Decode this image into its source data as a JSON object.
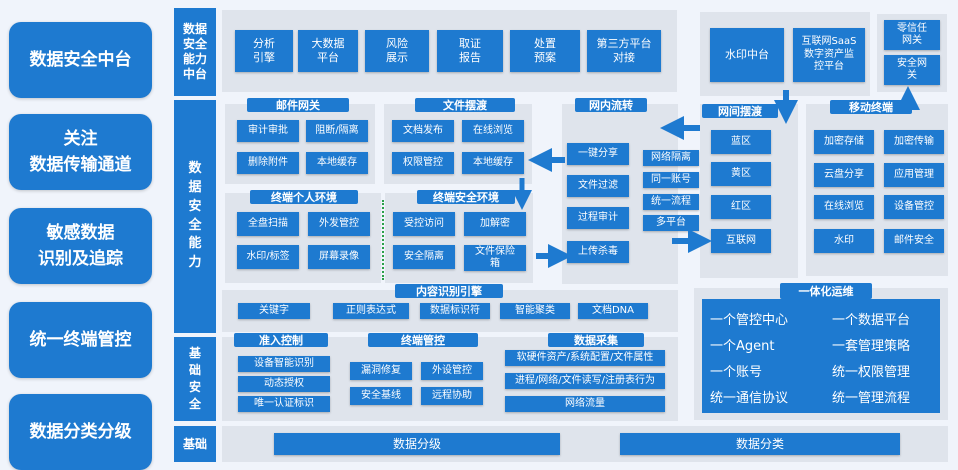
{
  "left_column": [
    "数据安全中台",
    "关注\n数据传输通道",
    "敏感数据\n识别及追踪",
    "统一终端管控",
    "数据分类分级"
  ],
  "row_headers": {
    "middle_platform": "数据\n安全\n能力\n中台",
    "capability": "数\n据\n安\n全\n能\n力",
    "basic_security": "基\n础\n安\n全",
    "basic": "基础"
  },
  "top_bar": [
    "分析\n引擎",
    "大数据\n平台",
    "风险\n展示",
    "取证\n报告",
    "处置\n预案",
    "第三方平台\n对接"
  ],
  "watermark_platform": "水印中台",
  "saas": "互联网SaaS\n数字资产监\n控平台",
  "zero_trust_gateway": "零信任\n网关",
  "security_gateway": "安全网\n关",
  "mail_gateway": {
    "title": "邮件网关",
    "items": [
      "审计审批",
      "阻断/隔离",
      "删除附件",
      "本地缓存"
    ]
  },
  "file_ferry": {
    "title": "文件摆渡",
    "items": [
      "文档发布",
      "在线浏览",
      "权限管控",
      "本地缓存"
    ]
  },
  "intranet_flow": {
    "title": "网内流转",
    "items": [
      "一键分享",
      "文件过滤",
      "过程审计",
      "上传杀毒"
    ]
  },
  "network_ferry_mid": [
    "网络隔离",
    "同一账号",
    "统一流程",
    "多平台"
  ],
  "network_ferry": {
    "title": "网间摆渡",
    "items": [
      "蓝区",
      "黄区",
      "红区",
      "互联网"
    ]
  },
  "mobile": {
    "title": "移动终端",
    "items": [
      "加密存储",
      "加密传输",
      "云盘分享",
      "应用管理",
      "在线浏览",
      "设备管控",
      "水印",
      "邮件安全"
    ]
  },
  "personal_env": {
    "title": "终端个人环境",
    "items": [
      "全盘扫描",
      "外发管控",
      "水印/标签",
      "屏幕录像"
    ]
  },
  "secure_env": {
    "title": "终端安全环境",
    "items": [
      "受控访问",
      "加解密",
      "安全隔离",
      "文件保险\n箱"
    ]
  },
  "content_engine": {
    "title": "内容识别引擎",
    "items": [
      "关键字",
      "正则表达式",
      "数据标识符",
      "智能聚类",
      "文档DNA"
    ]
  },
  "integrated_ops": {
    "title": "一体化运维",
    "items": [
      "一个管控中心",
      "一个数据平台",
      "一个Agent",
      "一套管理策略",
      "一个账号",
      "统一权限管理",
      "统一通信协议",
      "统一管理流程"
    ]
  },
  "access_control": {
    "title": "准入控制",
    "items": [
      "设备智能识别",
      "动态授权",
      "唯一认证标识"
    ]
  },
  "terminal_control": {
    "title": "终端管控",
    "items": [
      "漏洞修复",
      "外设管控",
      "安全基线",
      "远程协助"
    ]
  },
  "data_collection": {
    "title": "数据采集",
    "items": [
      "软硬件资产/系统配置/文件属性",
      "进程/网络/文件读写/注册表行为",
      "网络流量"
    ]
  },
  "bottom": [
    "数据分级",
    "数据分类"
  ]
}
